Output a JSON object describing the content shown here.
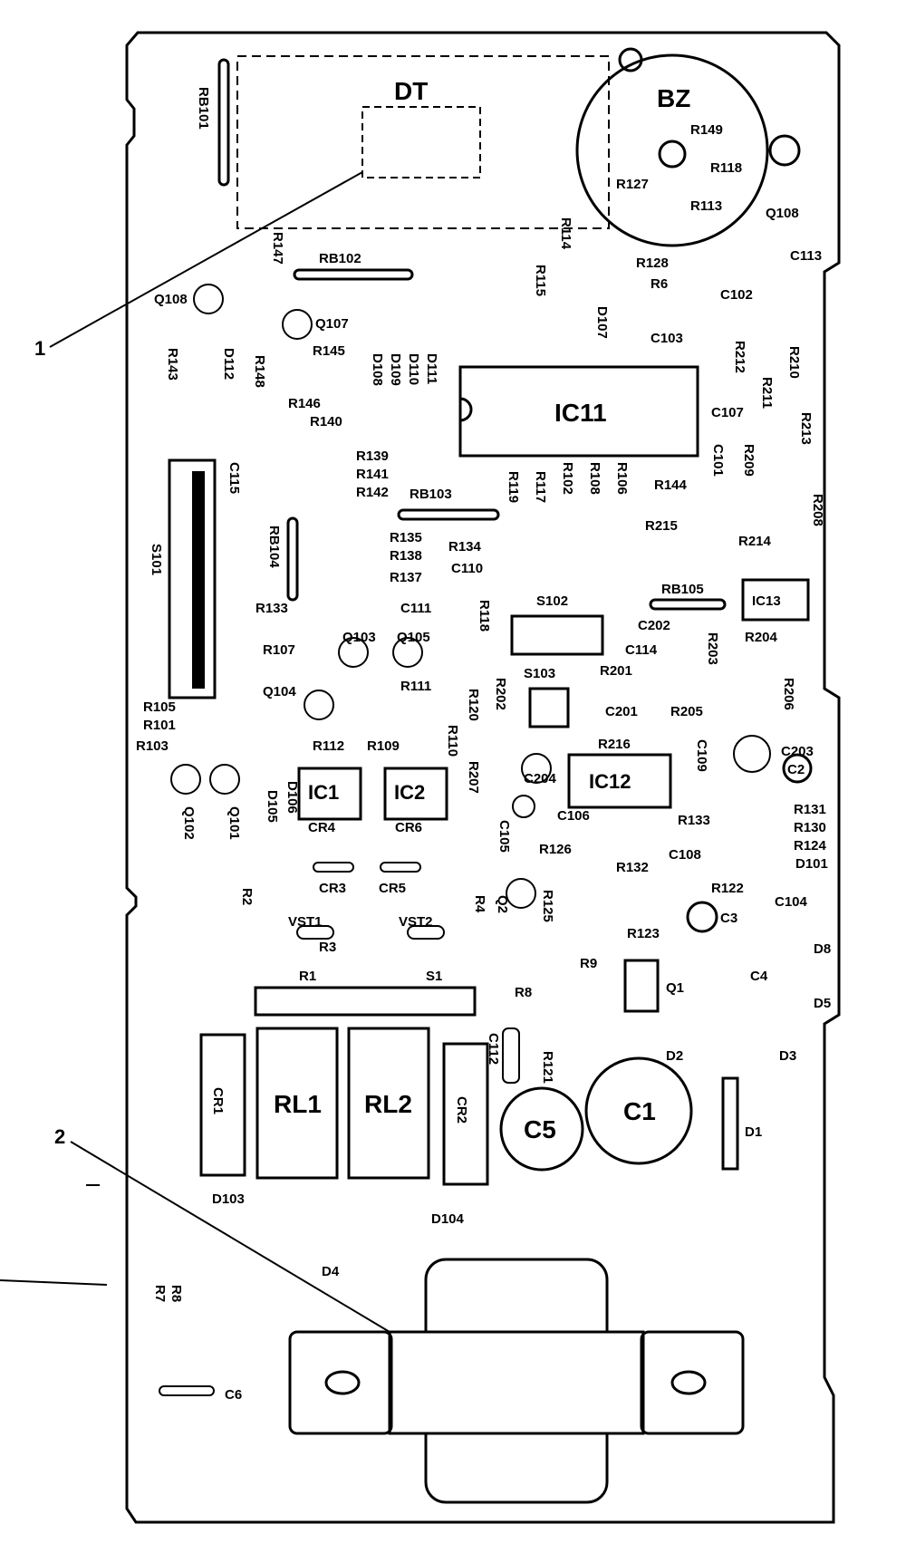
{
  "callouts": {
    "c1": "1",
    "c2": "2"
  },
  "regions": {
    "dt": "DT",
    "bz": "BZ"
  },
  "ics": {
    "ic11": "IC11",
    "ic13": "IC13",
    "ic12": "IC12",
    "ic1": "IC1",
    "ic2": "IC2"
  },
  "relays": {
    "rl1": "RL1",
    "rl2": "RL2",
    "cr1": "CR1",
    "cr2": "CR2"
  },
  "caps_big": {
    "c1": "C1",
    "c5": "C5",
    "c2": "C2",
    "c3": "C3"
  },
  "switches": {
    "s101": "S101",
    "s102": "S102",
    "s103": "S103",
    "s1": "S1"
  },
  "labels": {
    "rb101": "RB101",
    "rb102": "RB102",
    "rb103": "RB103",
    "rb104": "RB104",
    "rb105": "RB105",
    "r149a": "R149",
    "r118": "R118",
    "r127": "R127",
    "r113": "R113",
    "q108a": "Q108",
    "r128": "R128",
    "c113": "C113",
    "r6": "R6",
    "c102": "C102",
    "c103": "C103",
    "r114": "R114",
    "r115": "R115",
    "d107": "D107",
    "r147": "R147",
    "q109": "Q108",
    "q107": "Q107",
    "r143": "R143",
    "d112": "D112",
    "r148": "R148",
    "r145": "R145",
    "r146": "R146",
    "d108": "D108",
    "d109": "D109",
    "d110": "D110",
    "d111": "D111",
    "r140": "R140",
    "r139": "R139",
    "r141": "R141",
    "r142": "R142",
    "c115": "C115",
    "r212": "R212",
    "r211": "R211",
    "r210": "R210",
    "r213": "R213",
    "c107": "C107",
    "c101": "C101",
    "r209": "R209",
    "r208": "R208",
    "r144": "R144",
    "r215": "R215",
    "r214": "R214",
    "r119": "R119",
    "r117": "R117",
    "r102": "R102",
    "r108": "R108",
    "r106": "R106",
    "r135": "R135",
    "r138": "R138",
    "r137": "R137",
    "r134": "R134",
    "c110": "C110",
    "r133": "R133",
    "c111": "C111",
    "r116": "R118",
    "c202": "C202",
    "c114": "C114",
    "r204": "R204",
    "r203": "R203",
    "r206": "R206",
    "r107": "R107",
    "q103": "Q103",
    "q105": "Q105",
    "q104": "Q104",
    "r111": "R111",
    "r202": "R202",
    "r201": "R201",
    "r105": "R105",
    "r101": "R101",
    "r103": "R103",
    "r112": "R112",
    "r109": "R109",
    "r110": "R110",
    "r120": "R120",
    "c201": "C201",
    "r205": "R205",
    "r216": "R216",
    "c109": "C109",
    "c203": "C203",
    "r207": "R207",
    "c204": "C204",
    "q102": "Q102",
    "q101": "Q101",
    "d105": "D105",
    "d106": "D106",
    "cr4": "CR4",
    "cr6": "CR6",
    "c106": "C106",
    "r133b": "R133",
    "r131": "R131",
    "r130": "R130",
    "r124": "R124",
    "c105": "C105",
    "r126": "R126",
    "r132": "R132",
    "c108": "C108",
    "d101": "D101",
    "cr3": "CR3",
    "cr5": "CR5",
    "r2": "R2",
    "vst1": "VST1",
    "vst2": "VST2",
    "r4": "R4",
    "q2": "Q2",
    "r125": "R125",
    "r122": "R122",
    "c104": "C104",
    "r123": "R123",
    "r3": "R3",
    "r9": "R9",
    "d8": "D8",
    "r1": "R1",
    "c4": "C4",
    "r8": "R8",
    "q1": "Q1",
    "d5": "D5",
    "c112": "C112",
    "r121": "R121",
    "d2": "D2",
    "d3": "D3",
    "d1": "D1",
    "d103": "D103",
    "d104": "D104",
    "d4": "D4",
    "r8b": "R8",
    "r7": "R7",
    "c6": "C6"
  }
}
